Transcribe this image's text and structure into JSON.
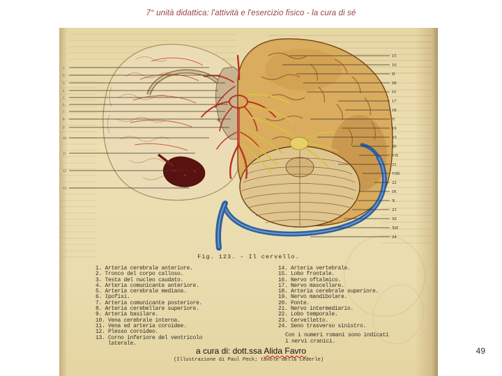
{
  "slide": {
    "title": "7° unità didattica: l'attività e l'esercizio fisico - la cura di sé",
    "page_number": "49"
  },
  "footer": {
    "prefix": "a cura di: dott.ssa ",
    "name": "Alida Favro"
  },
  "figure": {
    "caption": "Fig. 123. - Il cervello.",
    "legend_left": [
      "1. Arteria cerebrale anteriore.",
      "2. Tronco del corpo calloso.",
      "3. Testa del nucleo caudato.",
      "4. Arteria comunicante anteriore.",
      "5. Arteria cerebrale mediana.",
      "6. Ipofisi.",
      "7. Arteria comunicante posteriore.",
      "8. Arteria cerebellare superiore.",
      "9. Arteria basilare.",
      "10. Vena cerebrale interna.",
      "11. Vena ed arteria coroidee.",
      "12. Plesso coroideo.",
      "13. Corno inferiore del ventricolo",
      "    laterale."
    ],
    "legend_right": [
      "14. Arteria vertebrale.",
      "15. Lobo frontale.",
      "16. Nervo oftalmico.",
      "17. Nervo mascellare.",
      "18. Arteria cerebrale superiore.",
      "19. Nervo mandibolare.",
      "20. Ponte.",
      "21. Nervo intermediario.",
      "22. Lobo temporale.",
      "23. Cervelletto.",
      "24. Seno trasverso sinistro."
    ],
    "note_line1": "Con i numeri romani sono indicati",
    "note_line2": "i nervi cranici.",
    "credit": "(Illustrazione di Paul Peck; tavole della Lederle)",
    "left_labels": [
      "1",
      "2",
      "3",
      "4",
      "5",
      "6",
      "7",
      "8",
      "9",
      "10",
      "11",
      "12",
      "13"
    ],
    "side_labels": [
      "15",
      "16",
      "II",
      "III",
      "IV",
      "17",
      "18",
      "V",
      "19",
      "VI",
      "20",
      "VII",
      "21",
      "VIII",
      "22",
      "IX",
      "X",
      "23",
      "XI",
      "XII",
      "24"
    ]
  },
  "colors": {
    "title_red": "#9a4040",
    "paper": "#e9dbac",
    "artery_red": "#b93222",
    "vein_blue": "#2e5fa0",
    "nerve_yellow": "#d9bf45"
  }
}
